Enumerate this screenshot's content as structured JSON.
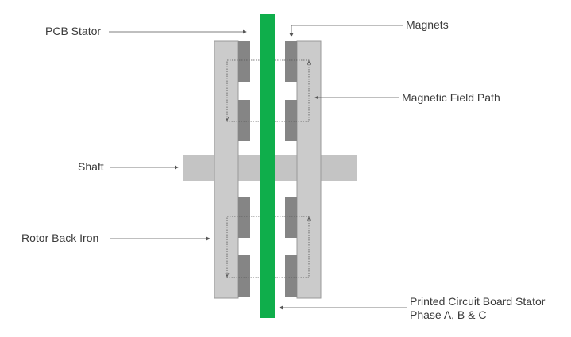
{
  "labels": {
    "pcb_stator": "PCB Stator",
    "magnets": "Magnets",
    "magnetic_field_path": "Magnetic Field Path",
    "shaft": "Shaft",
    "rotor_back_iron": "Rotor Back Iron",
    "printed_circuit_board_stator": "Printed Circuit Board Stator\nPhase A, B & C"
  },
  "colors": {
    "stator_green": "#0fae4b",
    "rotor_gray": "#cbcbcb",
    "rotor_outline": "#9a9a9a",
    "magnet_gray": "#858585",
    "shaft_gray": "#c4c4c4",
    "leader_line": "#555555",
    "text": "#3a3a3a"
  }
}
